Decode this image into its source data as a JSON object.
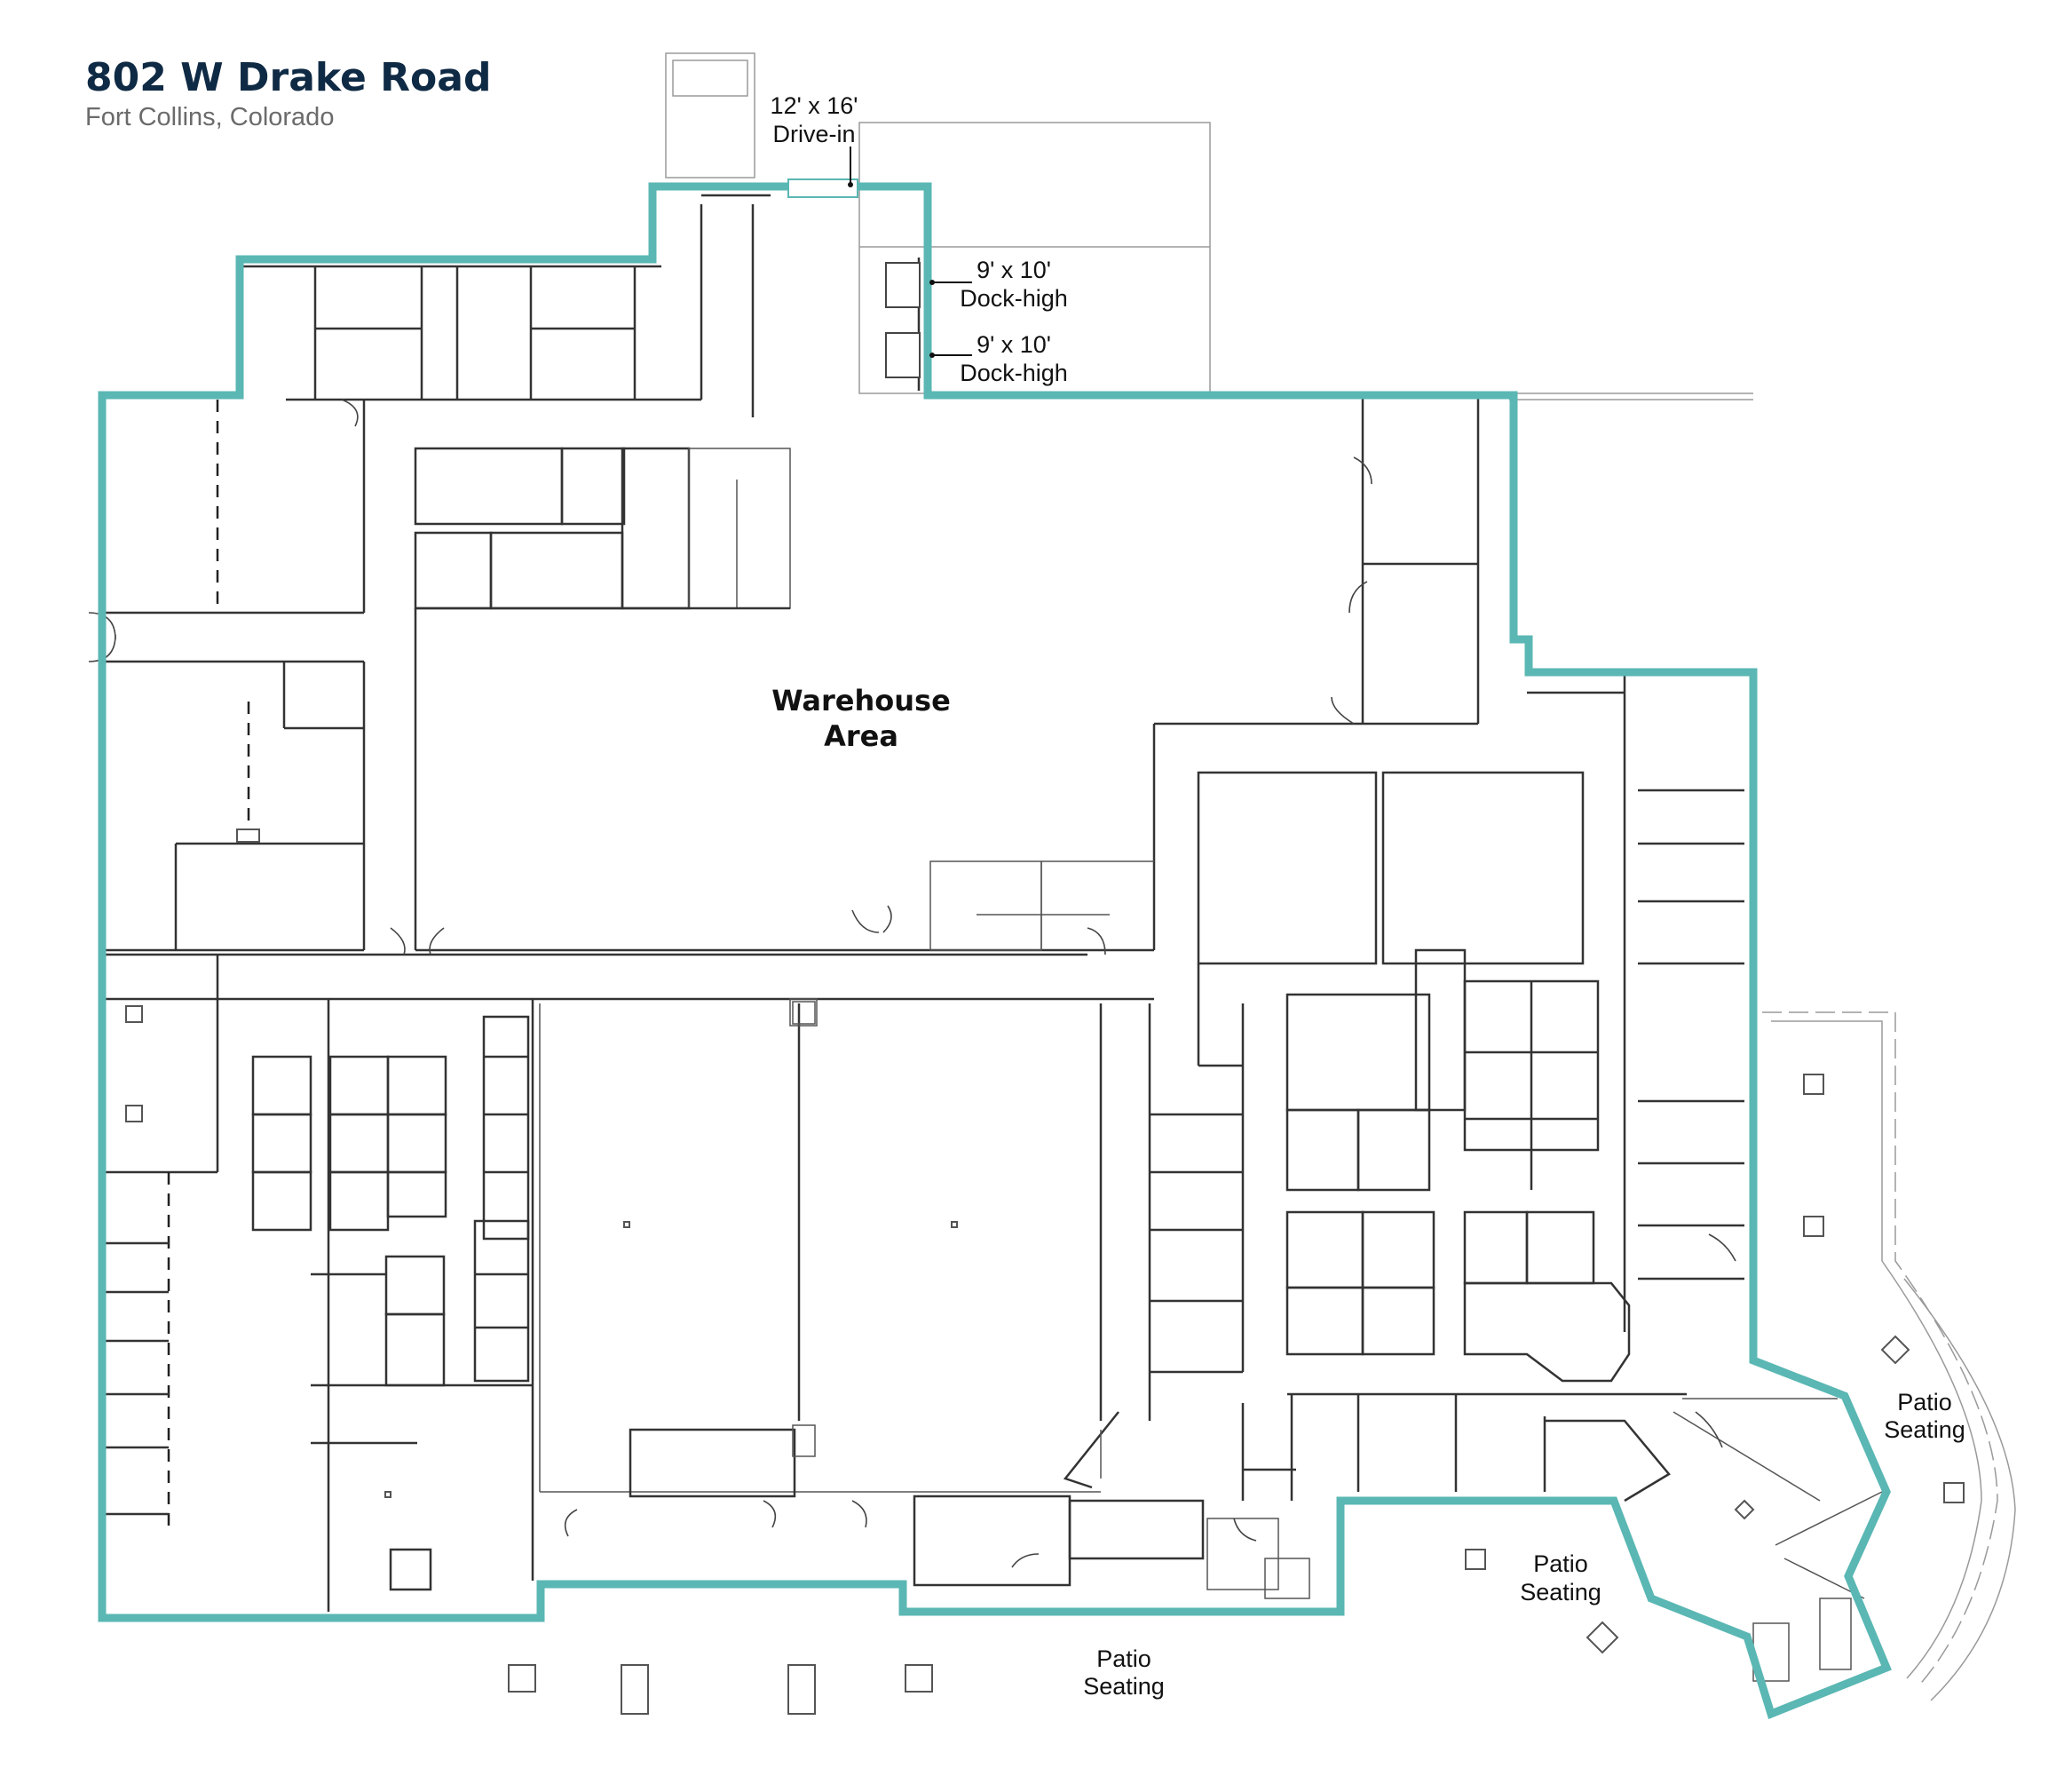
{
  "header": {
    "title": "802 W Drake Road",
    "subtitle": "Fort Collins, Colorado"
  },
  "labels": {
    "drive_in_size": "12' x 16'",
    "drive_in_type": "Drive-in",
    "dock1_size": "9' x 10'",
    "dock1_type": "Dock-high",
    "dock2_size": "9' x 10'",
    "dock2_type": "Dock-high",
    "warehouse_line1": "Warehouse",
    "warehouse_line2": "Area",
    "patio_east_line1": "Patio",
    "patio_east_line2": "Seating",
    "patio_mid_line1": "Patio",
    "patio_mid_line2": "Seating",
    "patio_south_line1": "Patio",
    "patio_south_line2": "Seating"
  },
  "colors": {
    "boundary": "#5ab7b3",
    "title": "#0f2a44",
    "subtitle": "#6b6b6b",
    "walls": "#333333"
  }
}
